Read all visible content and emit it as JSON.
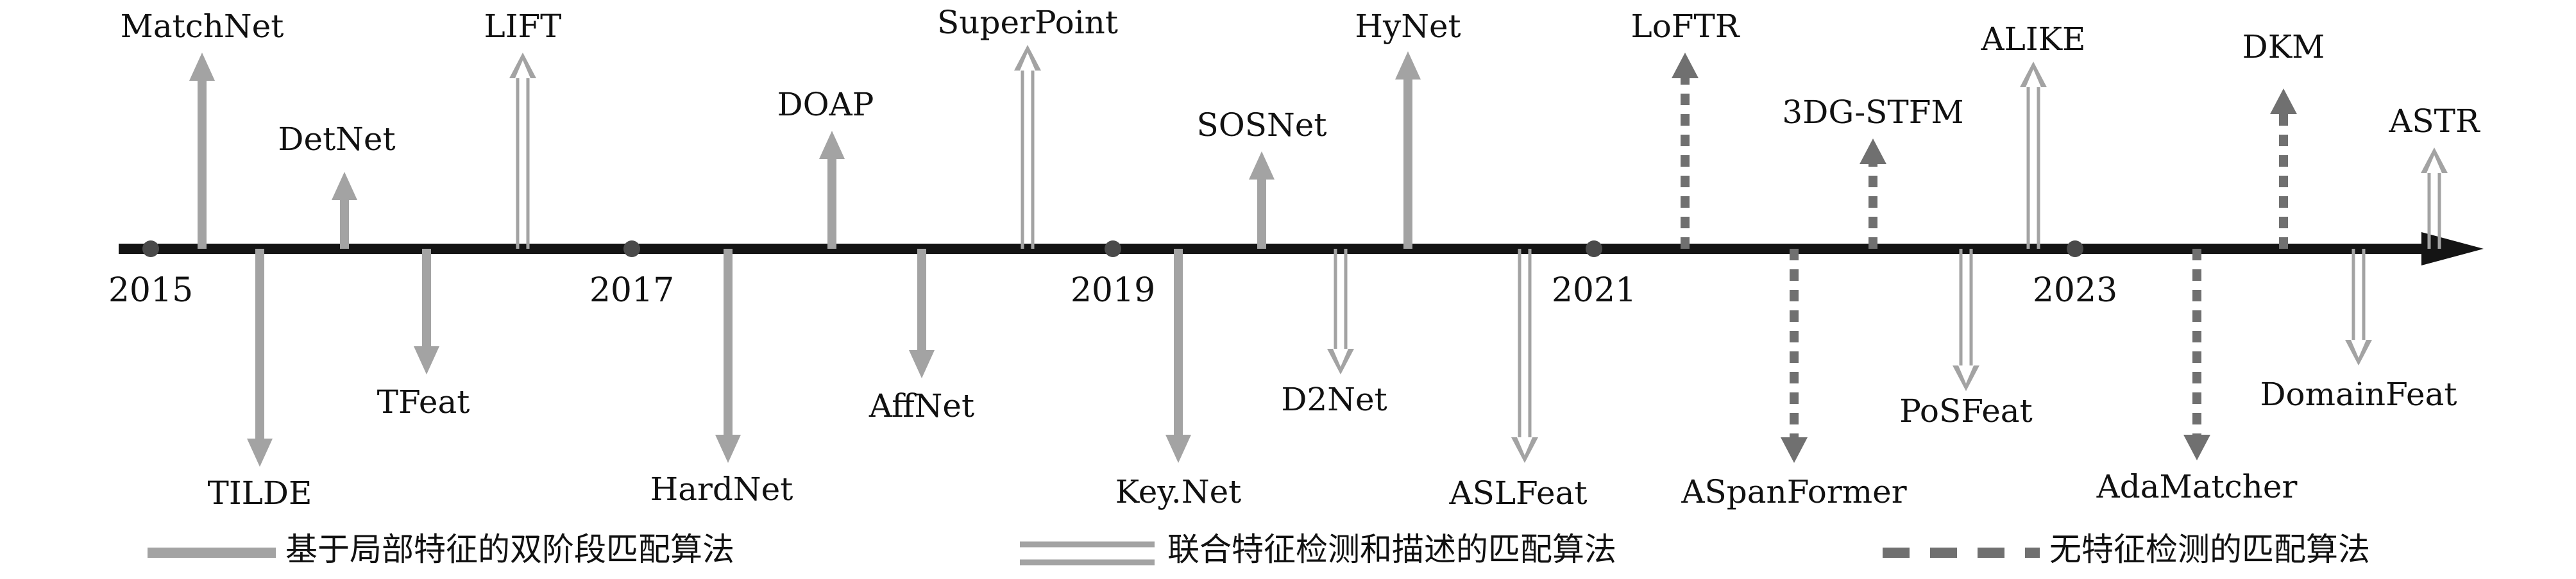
{
  "colors": {
    "axis": "#141414",
    "arrow_two_stage": "#a3a3a3",
    "arrow_joint": "#a3a3a3",
    "arrow_detector_free": "#707070",
    "year_dot": "#4a4a4a"
  },
  "years": [
    "2015",
    "2017",
    "2019",
    "2021",
    "2023"
  ],
  "methods": [
    {
      "name": "MatchNet",
      "style": "two_stage"
    },
    {
      "name": "TILDE",
      "style": "two_stage"
    },
    {
      "name": "DetNet",
      "style": "two_stage"
    },
    {
      "name": "TFeat",
      "style": "two_stage"
    },
    {
      "name": "LIFT",
      "style": "joint"
    },
    {
      "name": "HardNet",
      "style": "two_stage"
    },
    {
      "name": "DOAP",
      "style": "two_stage"
    },
    {
      "name": "AffNet",
      "style": "two_stage"
    },
    {
      "name": "SuperPoint",
      "style": "joint"
    },
    {
      "name": "Key.Net",
      "style": "two_stage"
    },
    {
      "name": "SOSNet",
      "style": "two_stage"
    },
    {
      "name": "D2Net",
      "style": "joint"
    },
    {
      "name": "HyNet",
      "style": "two_stage"
    },
    {
      "name": "ASLFeat",
      "style": "joint"
    },
    {
      "name": "LoFTR",
      "style": "detector_free"
    },
    {
      "name": "ASpanFormer",
      "style": "detector_free"
    },
    {
      "name": "3DG-STFM",
      "style": "detector_free"
    },
    {
      "name": "PoSFeat",
      "style": "joint"
    },
    {
      "name": "ALIKE",
      "style": "joint"
    },
    {
      "name": "AdaMatcher",
      "style": "detector_free"
    },
    {
      "name": "DKM",
      "style": "detector_free"
    },
    {
      "name": "DomainFeat",
      "style": "joint"
    },
    {
      "name": "ASTR",
      "style": "joint"
    }
  ],
  "legend": {
    "two_stage": "基于局部特征的双阶段匹配算法",
    "joint": "联合特征检测和描述的匹配算法",
    "detector_free": "无特征检测的匹配算法"
  }
}
